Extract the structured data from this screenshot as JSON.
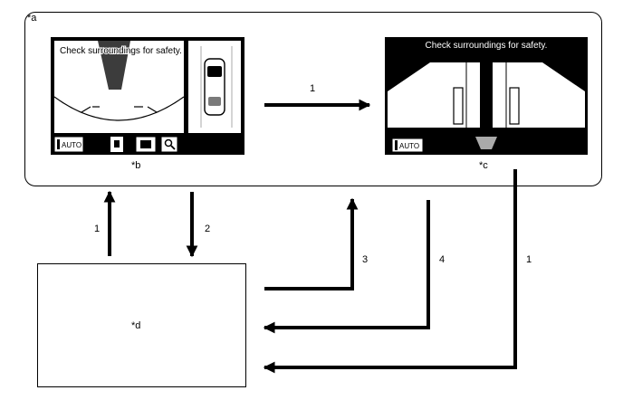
{
  "labels": {
    "a": "*a",
    "b": "*b",
    "c": "*c",
    "d": "*d"
  },
  "screen_b": {
    "message": "Check surroundings for safety.",
    "auto_label": "AUTO"
  },
  "screen_c": {
    "message": "Check surroundings for safety.",
    "auto_label": "AUTO"
  },
  "arrows": {
    "b_to_c": "1",
    "d_to_a_up": "1",
    "a_to_d_down": "2",
    "d_to_a_right_up": "3",
    "a_to_d_left": "4",
    "c_to_d_left": "1"
  },
  "colors": {
    "line": "#000000",
    "screen_bg": "#000000",
    "screen_view": "#ffffff",
    "camera_shade": "#3c3c3c"
  }
}
